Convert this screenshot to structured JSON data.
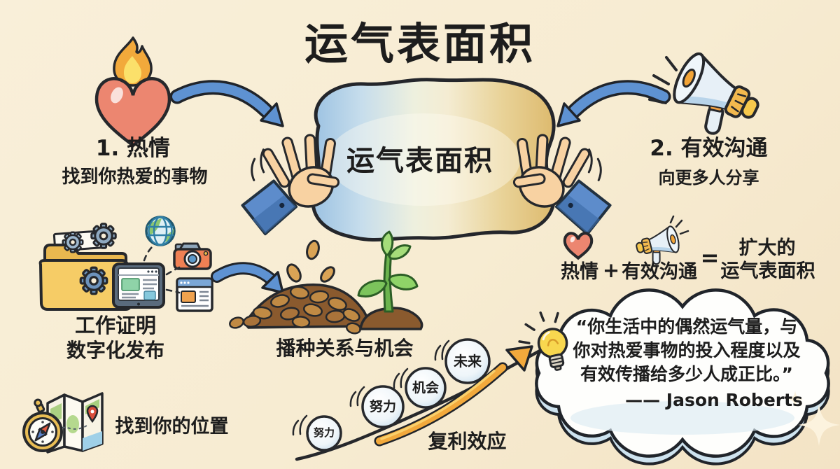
{
  "title": "运气表面积",
  "blob": {
    "label": "运气表面积"
  },
  "passion": {
    "heading": "1. 热情",
    "desc": "找到你热爱的事物"
  },
  "communication": {
    "heading": "2. 有效沟通",
    "desc": "向更多人分享"
  },
  "work_proof": {
    "line1": "工作证明",
    "line2": "数字化发布"
  },
  "seeding": {
    "label": "播种关系与机会"
  },
  "location": {
    "label": "找到你的位置"
  },
  "snowball": {
    "balls": [
      "努力",
      "努力",
      "机会",
      "未来"
    ],
    "label": "复利效应"
  },
  "formula": {
    "term1": "热情",
    "plus": "+",
    "term2": "有效沟通",
    "equals": "=",
    "result_line1": "扩大的",
    "result_line2": "运气表面积"
  },
  "quote": {
    "line1": "“你生活中的偶然运气量，与",
    "line2": "你对热爱事物的投入程度以及",
    "line3": "有效传播给多少人成正比。”",
    "attribution": "—— Jason Roberts"
  },
  "icons": {
    "flaming-heart-icon": "❤️‍🔥",
    "megaphone-icon": "📣",
    "folder-gears-icon": "🗂⚙",
    "tablet-icon": "🖥",
    "globe-icon": "🌐",
    "camera-icon": "📷",
    "webpage-icon": "🗔",
    "seeds-icon": "🌰",
    "sprout-icon": "🌱",
    "compass-icon": "🧭",
    "map-icon": "🗺",
    "snowball-icon": "⚪",
    "lightbulb-icon": "💡",
    "quote-cloud-icon": "☁",
    "sparkle-icon": "✦"
  },
  "colors": {
    "background": "#f7ecd3",
    "ink": "#1d1d1d",
    "arrow_blue": "#5e92d2",
    "heart_red": "#ec8670",
    "flame_orange": "#f2a93b",
    "blob_blue": "#9cc2e2",
    "blob_tan": "#e0bd72",
    "folder_yellow": "#f6cc66",
    "seed_brown": "#b97f3d",
    "sprout_green": "#7cc45c",
    "snow_blue": "#cfe4f0",
    "compound_arrow_orange": "#f2a93c",
    "cloud_white": "#fefefc",
    "bulb_yellow": "#f8d74f",
    "megaphone_blue": "#e7f0f7",
    "megaphone_orange": "#f3b94e"
  }
}
